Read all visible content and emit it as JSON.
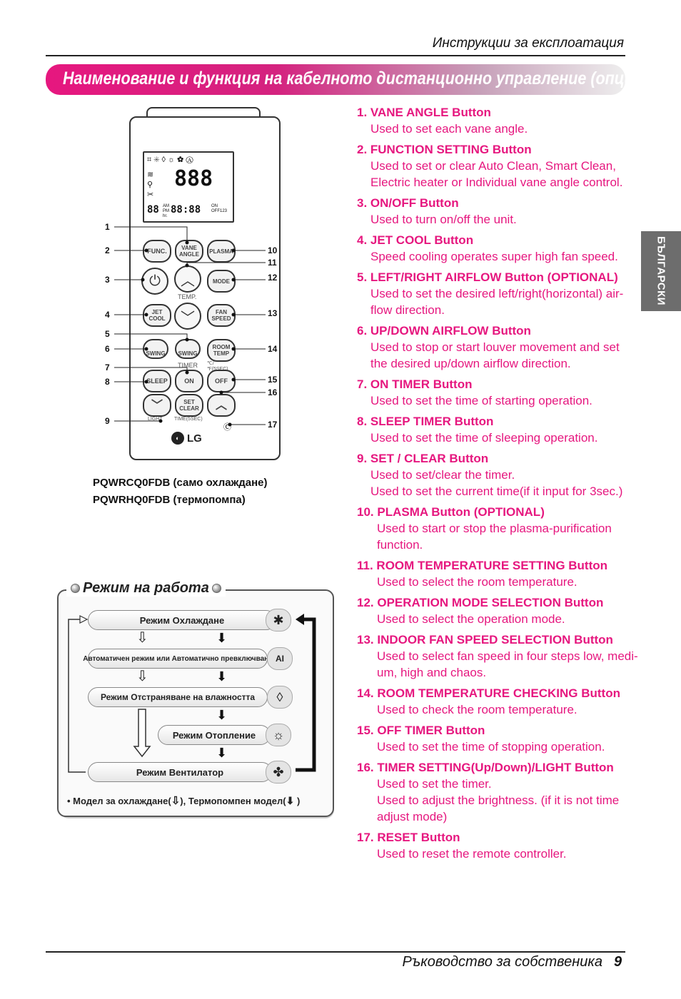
{
  "header": {
    "running_title": "Инструкции за експлоатация",
    "section_title": "Наименование и функция на кабелното дистанционно управление (опционално)"
  },
  "side_tab": {
    "label": "БЪЛГАРСКИ"
  },
  "remote": {
    "buttons": {
      "func": "FUNC.",
      "vane_angle": "VANE ANGLE",
      "plasma": "PLASMA",
      "mode": "MODE",
      "temp": "TEMP.",
      "jet_cool": "JET COOL",
      "fan_speed": "FAN SPEED",
      "swing_left": "SWING",
      "swing_right": "SWING",
      "room_temp": "ROOM TEMP",
      "cf_note": "℃/℉(5SEC)",
      "timer": "TIMER",
      "sleep": "SLEEP",
      "on": "ON",
      "off": "OFF",
      "set_clear": "SET CLEAR",
      "light": "LIGHT",
      "time_note": "TIME(5SEC)"
    },
    "lcd": {
      "big_digits": "888",
      "small_digits": "88",
      "time_digits": "88:88",
      "am": "AM",
      "pm": "PM",
      "hr": "hr.",
      "on": "ON",
      "off": "OFF",
      "digits_123": "123"
    },
    "logo": "LG",
    "callouts": [
      "1",
      "2",
      "3",
      "4",
      "5",
      "6",
      "7",
      "8",
      "9",
      "10",
      "11",
      "12",
      "13",
      "14",
      "15",
      "16",
      "17"
    ]
  },
  "models": {
    "model1_code": "PQWRCQ0FDB",
    "model1_desc": "(само охлаждане)",
    "model2_code": "PQWRHQ0FDB",
    "model2_desc": "(термопомпа)"
  },
  "operation_mode": {
    "title": "Режим на работа",
    "modes": {
      "cooling": "Режим Охлаждане",
      "auto": "Автоматичен режим или Автоматично превключване",
      "dehumid": "Режим Отстраняване на влажността",
      "heating": "Режим Отопление",
      "fan": "Режим Вентилатор"
    },
    "note_prefix": "• Модел за охлаждане(",
    "note_middle": "), Термопомпен модел(",
    "note_suffix": " )"
  },
  "button_list": [
    {
      "title": "1. VANE ANGLE Button",
      "desc": [
        "Used to set each vane angle."
      ]
    },
    {
      "title": "2. FUNCTION SETTING Button",
      "desc": [
        "Used to set or clear Auto Clean, Smart Clean,",
        "Electric heater or Individual vane angle control."
      ]
    },
    {
      "title": "3.  ON/OFF Button",
      "desc": [
        " Used to turn on/off the unit."
      ]
    },
    {
      "title": "4. JET COOL Button",
      "desc": [
        "Speed cooling operates super high fan speed."
      ]
    },
    {
      "title": "5. LEFT/RIGHT AIRFLOW Button (OPTIONAL)",
      "desc": [
        "Used to set the desired left/right(horizontal) air-",
        "flow direction."
      ]
    },
    {
      "title": "6. UP/DOWN AIRFLOW Button",
      "desc": [
        "Used to stop or start louver movement and set",
        "the desired up/down airflow direction."
      ]
    },
    {
      "title": "7. ON TIMER Button",
      "desc": [
        "Used to set the time of starting operation."
      ]
    },
    {
      "title": "8. SLEEP TIMER Button",
      "desc": [
        "Used to set the time of sleeping operation."
      ]
    },
    {
      "title": "9. SET / CLEAR Button",
      "desc": [
        "Used to set/clear the timer.",
        "Used to set the current time(if it input for 3sec.)"
      ]
    },
    {
      "title": "10. PLASMA Button (OPTIONAL)",
      "desc": [
        "Used to start or stop the plasma-purification",
        "function."
      ]
    },
    {
      "title": "11. ROOM TEMPERATURE SETTING Button",
      "desc": [
        "Used to select the room temperature."
      ]
    },
    {
      "title": "12. OPERATION MODE SELECTION Button",
      "desc": [
        "Used to select the operation mode."
      ]
    },
    {
      "title": "13. INDOOR FAN SPEED SELECTION Button",
      "desc": [
        "Used to select fan speed in four steps low, medi-",
        "um, high and chaos."
      ]
    },
    {
      "title": "14. ROOM TEMPERATURE CHECKING Button",
      "desc": [
        "Used to check the room temperature."
      ]
    },
    {
      "title": "15. OFF TIMER Button",
      "desc": [
        "Used to set the time of stopping operation."
      ]
    },
    {
      "title": "16. TIMER SETTING(Up/Down)/LIGHT Button",
      "desc": [
        "Used to set the timer.",
        "Used to adjust the brightness. (if it is not time",
        "adjust mode)"
      ]
    },
    {
      "title": "17. RESET Button",
      "desc": [
        "Used to reset the remote controller."
      ]
    }
  ],
  "footer": {
    "text": "Ръководство за собственика",
    "page": "9"
  },
  "colors": {
    "accent": "#e6177f",
    "side_tab": "#6d6d6d"
  }
}
